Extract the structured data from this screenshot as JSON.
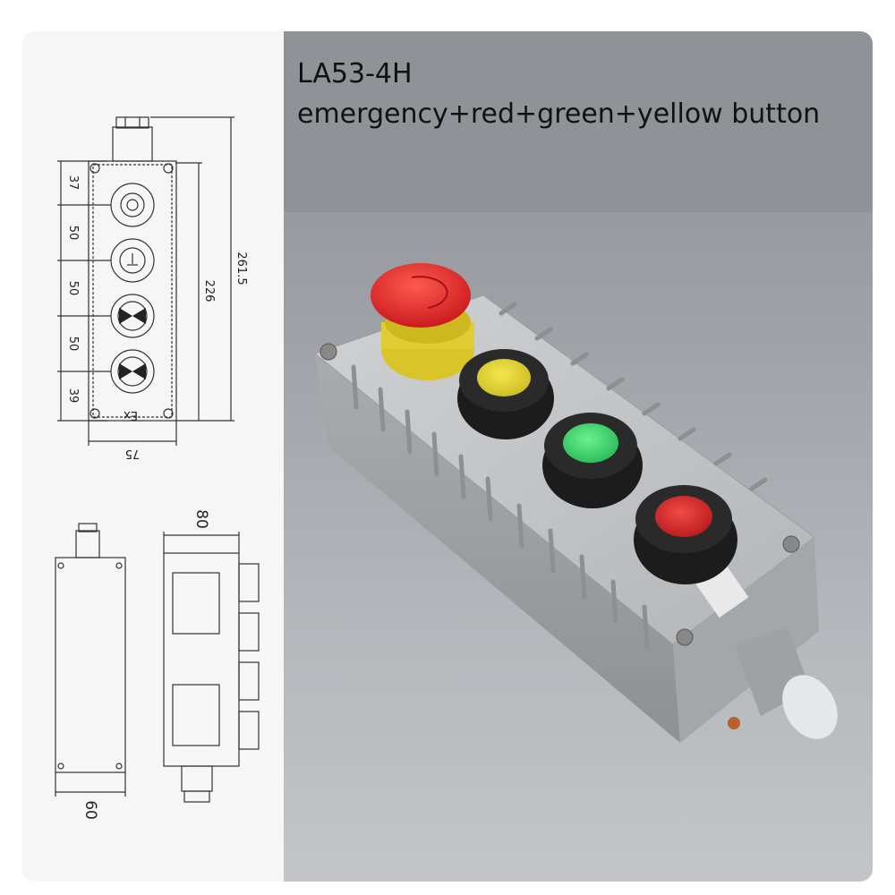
{
  "header": {
    "model": "LA53-4H",
    "description": "emergency+red+green+yellow button"
  },
  "drawing": {
    "front_dims": [
      "37",
      "50",
      "50",
      "50",
      "39"
    ],
    "overall_height": "261.5",
    "body_height": "226",
    "width": "75",
    "ex_mark": "Ex",
    "depth": "80",
    "back_width": "60"
  },
  "photo": {
    "buttons": [
      "emergency-stop",
      "yellow",
      "green",
      "red"
    ],
    "colors": {
      "emergency": "#d8262a",
      "yellow": "#d9cf2e",
      "green": "#3fcf6a",
      "red": "#c81f24",
      "housing": "#b9bcbf"
    }
  }
}
